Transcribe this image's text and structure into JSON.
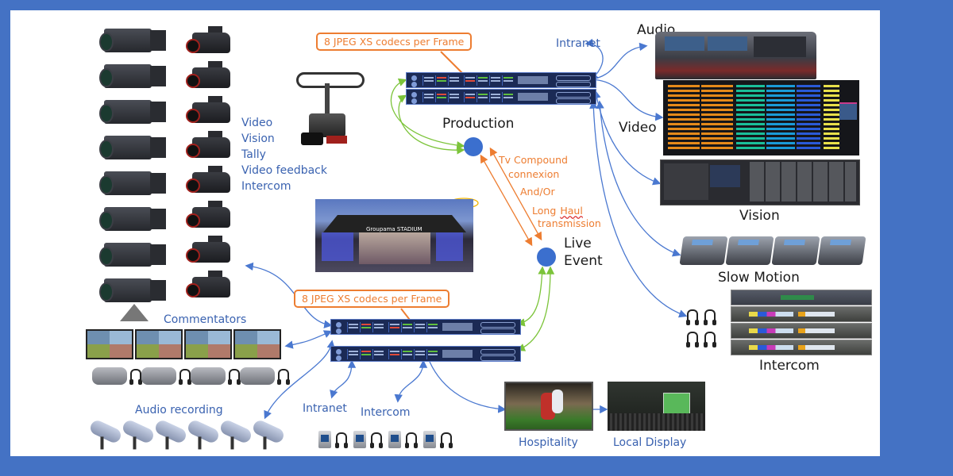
{
  "diagram": {
    "frame_color": "#4472c4",
    "colors": {
      "blue_links": "#4a78d0",
      "green_links": "#7cc43a",
      "orange_links": "#ed7d31",
      "node_fill": "#3b6fce",
      "label_blue": "#3a62b0"
    },
    "callouts": {
      "top_codec": "8 JPEG XS codecs per Frame",
      "bottom_codec": "8 JPEG XS codecs per Frame"
    },
    "nodes": {
      "production": "Production",
      "live_event_line1": "Live",
      "live_event_line2": "Event"
    },
    "transport_labels": {
      "line1": "Tv Compound",
      "line2": "connexion",
      "and_or": "And/Or",
      "line3_word1": "Long",
      "line3_word2": "Haul",
      "line4": "transmission"
    },
    "camera_signals": [
      "Video",
      "Vision",
      "Tally",
      "Video feedback",
      "Intercom"
    ],
    "production_side": {
      "intranet": "Intranet",
      "audio": "Audio",
      "video": "Video",
      "vision": "Vision",
      "slow_motion": "Slow Motion",
      "intercom": "Intercom"
    },
    "venue_side": {
      "commentators": "Commentators",
      "audio_recording": "Audio recording",
      "intranet": "Intranet",
      "intercom": "Intercom",
      "hospitality": "Hospitality",
      "local_display": "Local Display"
    },
    "stadium_photo": {
      "sign_text": "Groupama STADIUM"
    },
    "counts": {
      "studio_cameras": 8,
      "handheld_cameras": 8,
      "commentator_monitors": 4,
      "commentator_units": 4,
      "microphones": 6,
      "beltpacks": 4,
      "slow_motion_controllers": 4,
      "intercom_panels": 4
    }
  }
}
